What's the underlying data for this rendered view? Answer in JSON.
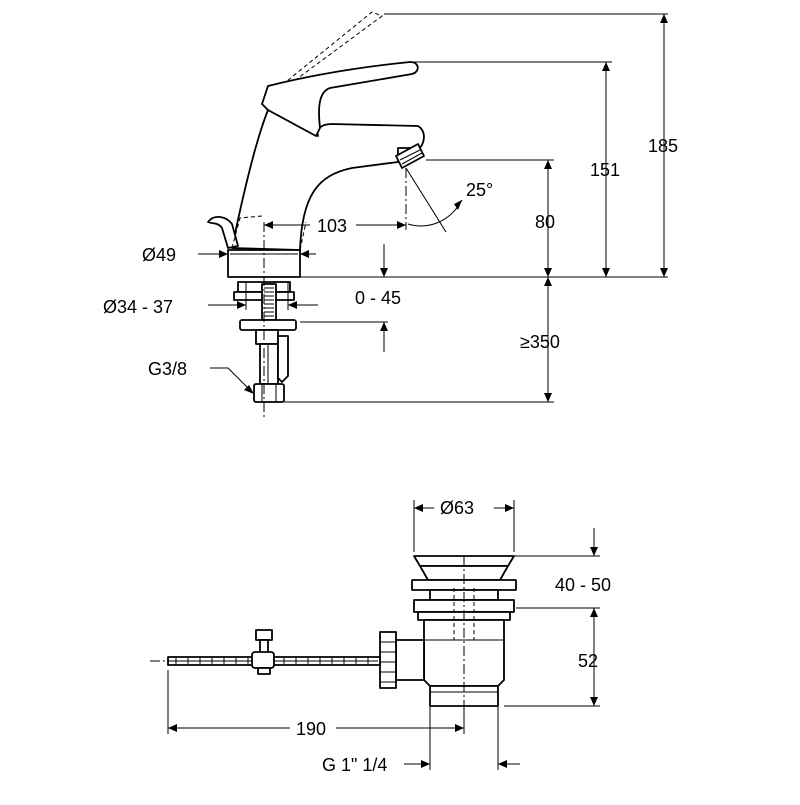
{
  "faucet": {
    "dim_height_total": "185",
    "dim_height_outlet_top": "151",
    "dim_height_spout": "80",
    "dim_reach": "103",
    "dim_angle": "25°",
    "dim_base_diameter": "Ø49",
    "dim_hole_diameter": "Ø34 - 37",
    "dim_deck_thickness": "0 - 45",
    "dim_hose_length": "≥350",
    "dim_thread": "G3/8"
  },
  "waste": {
    "dim_plug_diameter": "Ø63",
    "dim_clamp_range": "40 - 50",
    "dim_body_height": "52",
    "dim_rod_length": "190",
    "dim_thread": "G 1\" 1/4"
  }
}
